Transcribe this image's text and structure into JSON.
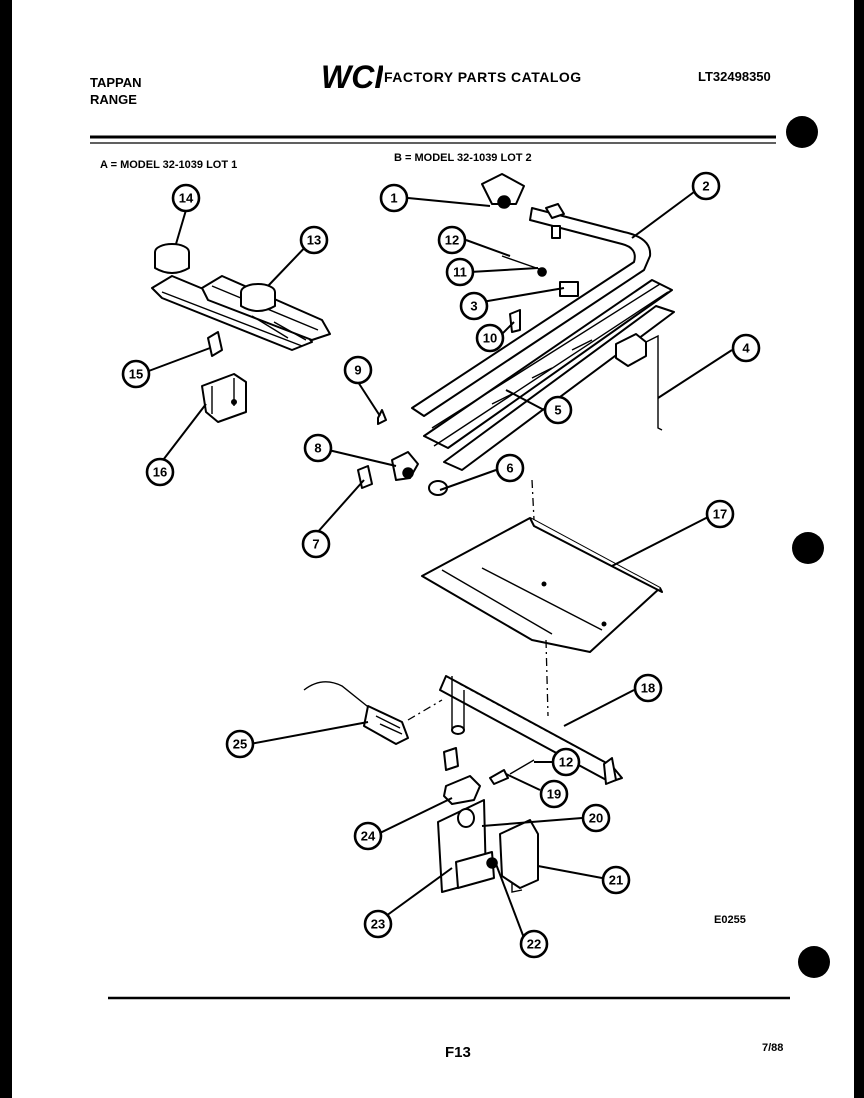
{
  "header": {
    "brand_line1": "TAPPAN",
    "brand_line2": "RANGE",
    "logo_text": "WCI",
    "catalog_title": "FACTORY PARTS CATALOG",
    "catalog_number": "LT32498350"
  },
  "models": {
    "a": "A = MODEL 32-1039 LOT 1",
    "b": "B = MODEL 32-1039 LOT 2"
  },
  "callouts": [
    "1",
    "2",
    "3",
    "4",
    "5",
    "6",
    "7",
    "8",
    "9",
    "10",
    "11",
    "12",
    "13",
    "14",
    "15",
    "16",
    "17",
    "18",
    "12",
    "19",
    "20",
    "21",
    "22",
    "23",
    "24",
    "25"
  ],
  "footer": {
    "diagram_code": "E0255",
    "page_id": "F13",
    "date_code": "7/88"
  }
}
